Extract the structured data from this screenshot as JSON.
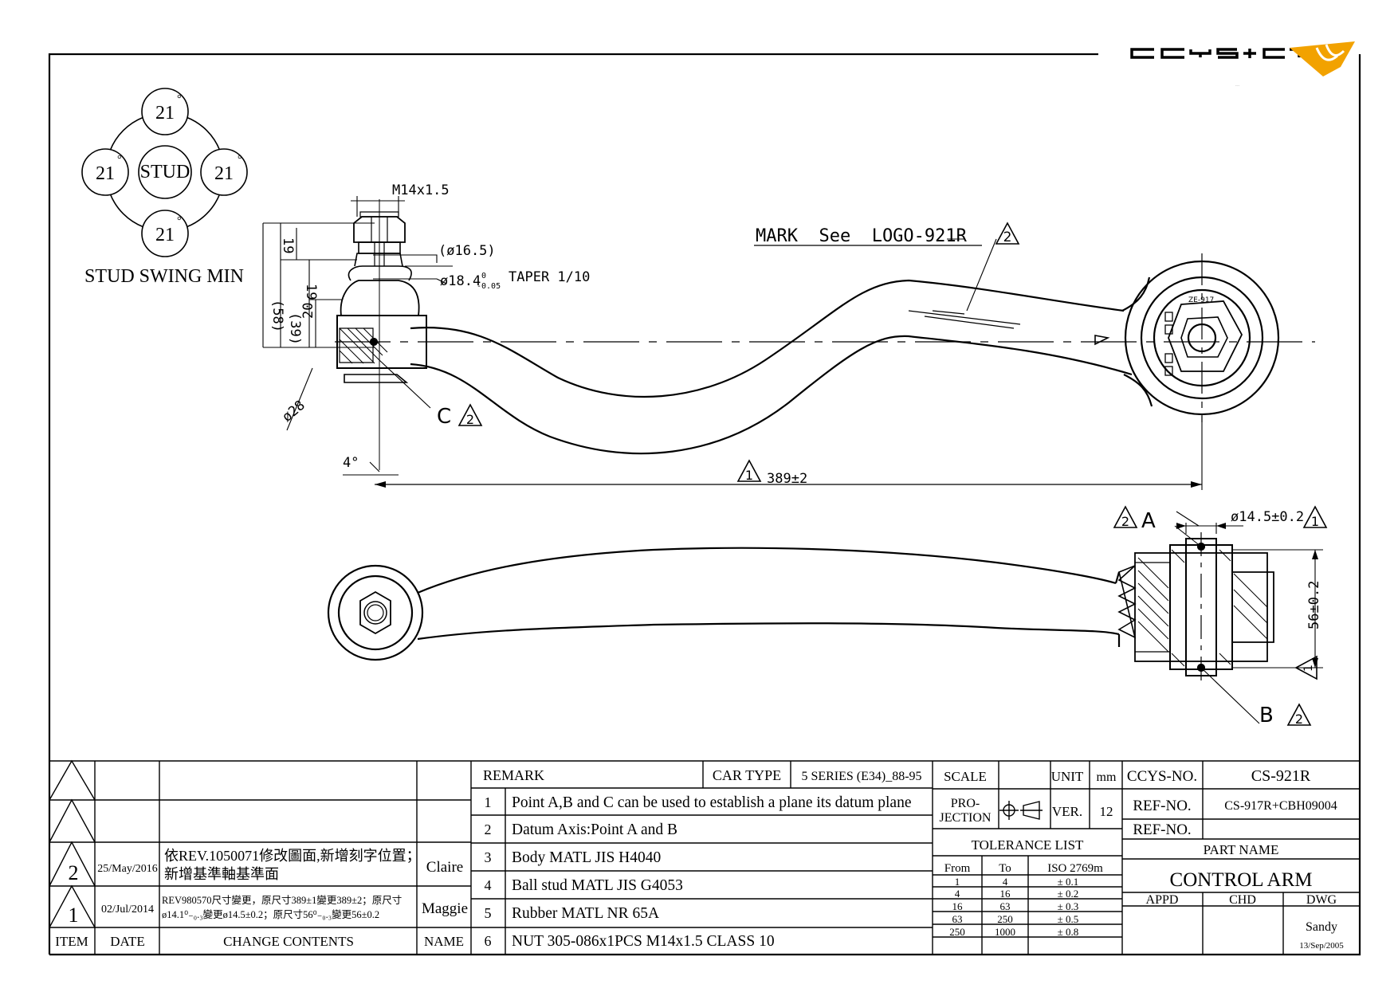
{
  "logo": {
    "text": "CCYS+CTC"
  },
  "swing": {
    "angle_top": "21",
    "angle_left": "21",
    "angle_right": "21",
    "angle_bottom": "21",
    "degree": "°",
    "center": "STUD",
    "caption": "STUD SWING MIN"
  },
  "dims": {
    "thread": "M14x1.5",
    "d_16_5": "(ø16.5)",
    "taper": "ø18.4",
    "taper_tol_upper": "0",
    "taper_tol_lower": "-0.05",
    "taper_note": "TAPER 1/10",
    "d58": "(58)",
    "d39": "(39)",
    "d19a": "19",
    "d19b": "19",
    "d20": "20",
    "d28": "ø28",
    "angle4": "4°",
    "length": "389±2",
    "bush_d": "ø14.5±0.2",
    "bush_h": "56±0.2"
  },
  "marks": {
    "mark_text": "MARK  See  LOGO-921R",
    "mark_rev": "2",
    "point_c": "C",
    "point_c_rev": "2",
    "point_a": "A",
    "point_a_rev": "2",
    "point_b": "B",
    "point_b_rev": "2",
    "length_rev": "1",
    "bush_rev": "1",
    "part_stamp": "ZE-917"
  },
  "revision_table": {
    "headers": {
      "item": "ITEM",
      "date": "DATE",
      "change": "CHANGE CONTENTS",
      "name": "NAME"
    },
    "rows": [
      {
        "item": "2",
        "date": "25/May/2016",
        "change_line1": "依REV.1050071修改圖面,新增刻字位置；",
        "change_line2": "新增基準軸基準面",
        "name": "Claire"
      },
      {
        "item": "1",
        "date": "02/Jul/2014",
        "change_line1": "REV980570尺寸變更，原尺寸389±1變更389±2；原尺寸",
        "change_line2": "ø14.1⁰₋₀.₃變更ø14.5±0.2；原尺寸56⁰₋₀.₃變更56±0.2",
        "name": "Maggie"
      }
    ]
  },
  "remarks": {
    "header": "REMARK",
    "car_type_label": "CAR TYPE",
    "car_type": "5 SERIES (E34)_88-95",
    "items": [
      {
        "no": "1",
        "text": "Point A,B and C can be used to establish a plane its datum plane"
      },
      {
        "no": "2",
        "text": "Datum Axis:Point A and B"
      },
      {
        "no": "3",
        "text": "Body MATL JIS H4040"
      },
      {
        "no": "4",
        "text": "Ball stud MATL JIS G4053"
      },
      {
        "no": "5",
        "text": "Rubber MATL NR 65A"
      },
      {
        "no": "6",
        "text": "NUT 305-086x1PCS M14x1.5 CLASS 10"
      }
    ]
  },
  "title_block": {
    "scale_label": "SCALE",
    "unit_label": "UNIT",
    "unit": "mm",
    "projection_line1": "PRO-",
    "projection_line2": "JECTION",
    "ver_label": "VER.",
    "ver": "12",
    "tolerance_title": "TOLERANCE LIST",
    "tol_headers": {
      "from": "From",
      "to": "To",
      "iso": "ISO 2769m"
    },
    "tolerances": [
      {
        "from": "1",
        "to": "4",
        "tol": "± 0.1"
      },
      {
        "from": "4",
        "to": "16",
        "tol": "± 0.2"
      },
      {
        "from": "16",
        "to": "63",
        "tol": "± 0.3"
      },
      {
        "from": "63",
        "to": "250",
        "tol": "± 0.5"
      },
      {
        "from": "250",
        "to": "1000",
        "tol": "± 0.8"
      }
    ],
    "ccys_label": "CCYS-NO.",
    "ccys_no": "CS-921R",
    "ref_label": "REF-NO.",
    "ref_no": "CS-917R+CBH09004",
    "ref2_label": "REF-NO.",
    "ref2_no": "",
    "part_name_label": "PART NAME",
    "part_name": "CONTROL ARM",
    "appd": "APPD",
    "chd": "CHD",
    "dwg": "DWG",
    "drawer": "Sandy",
    "draw_date": "13/Sep/2005"
  }
}
